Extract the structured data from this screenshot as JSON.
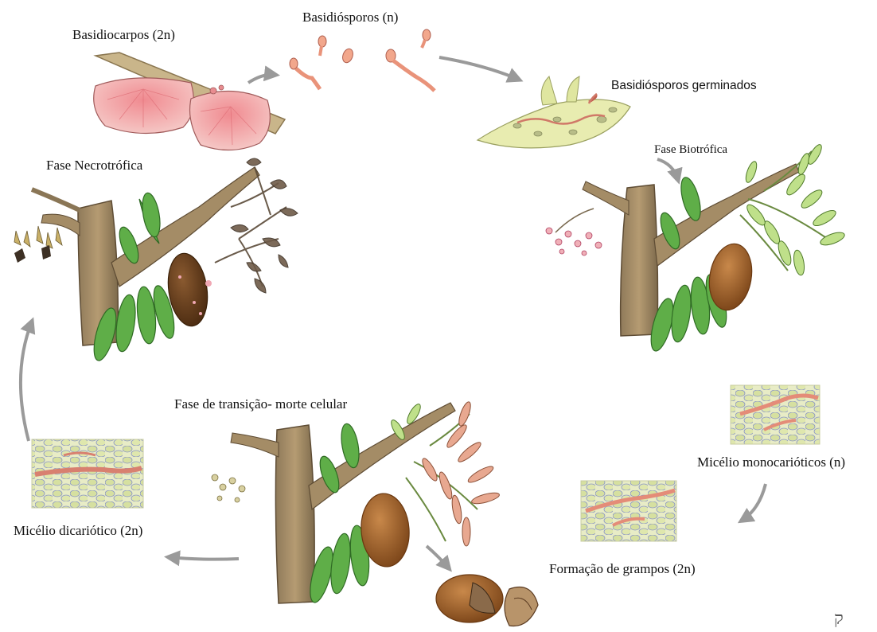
{
  "labels": {
    "basidiocarpos": "Basidiocarpos (2n)",
    "basidiosporos": "Basidiósporos (n)",
    "germinados": "Basidiósporos germinados",
    "biotrofica": "Fase Biotrófica",
    "necrotrofica": "Fase  Necrotrófica",
    "transicao": "Fase de transição- morte celular",
    "monocarioticos": "Micélio  monocarióticos (n)",
    "grampos": "Formação de grampos (2n)",
    "dicariotico": "Micélio dicariótico (2n)"
  },
  "signature": "ק"
}
